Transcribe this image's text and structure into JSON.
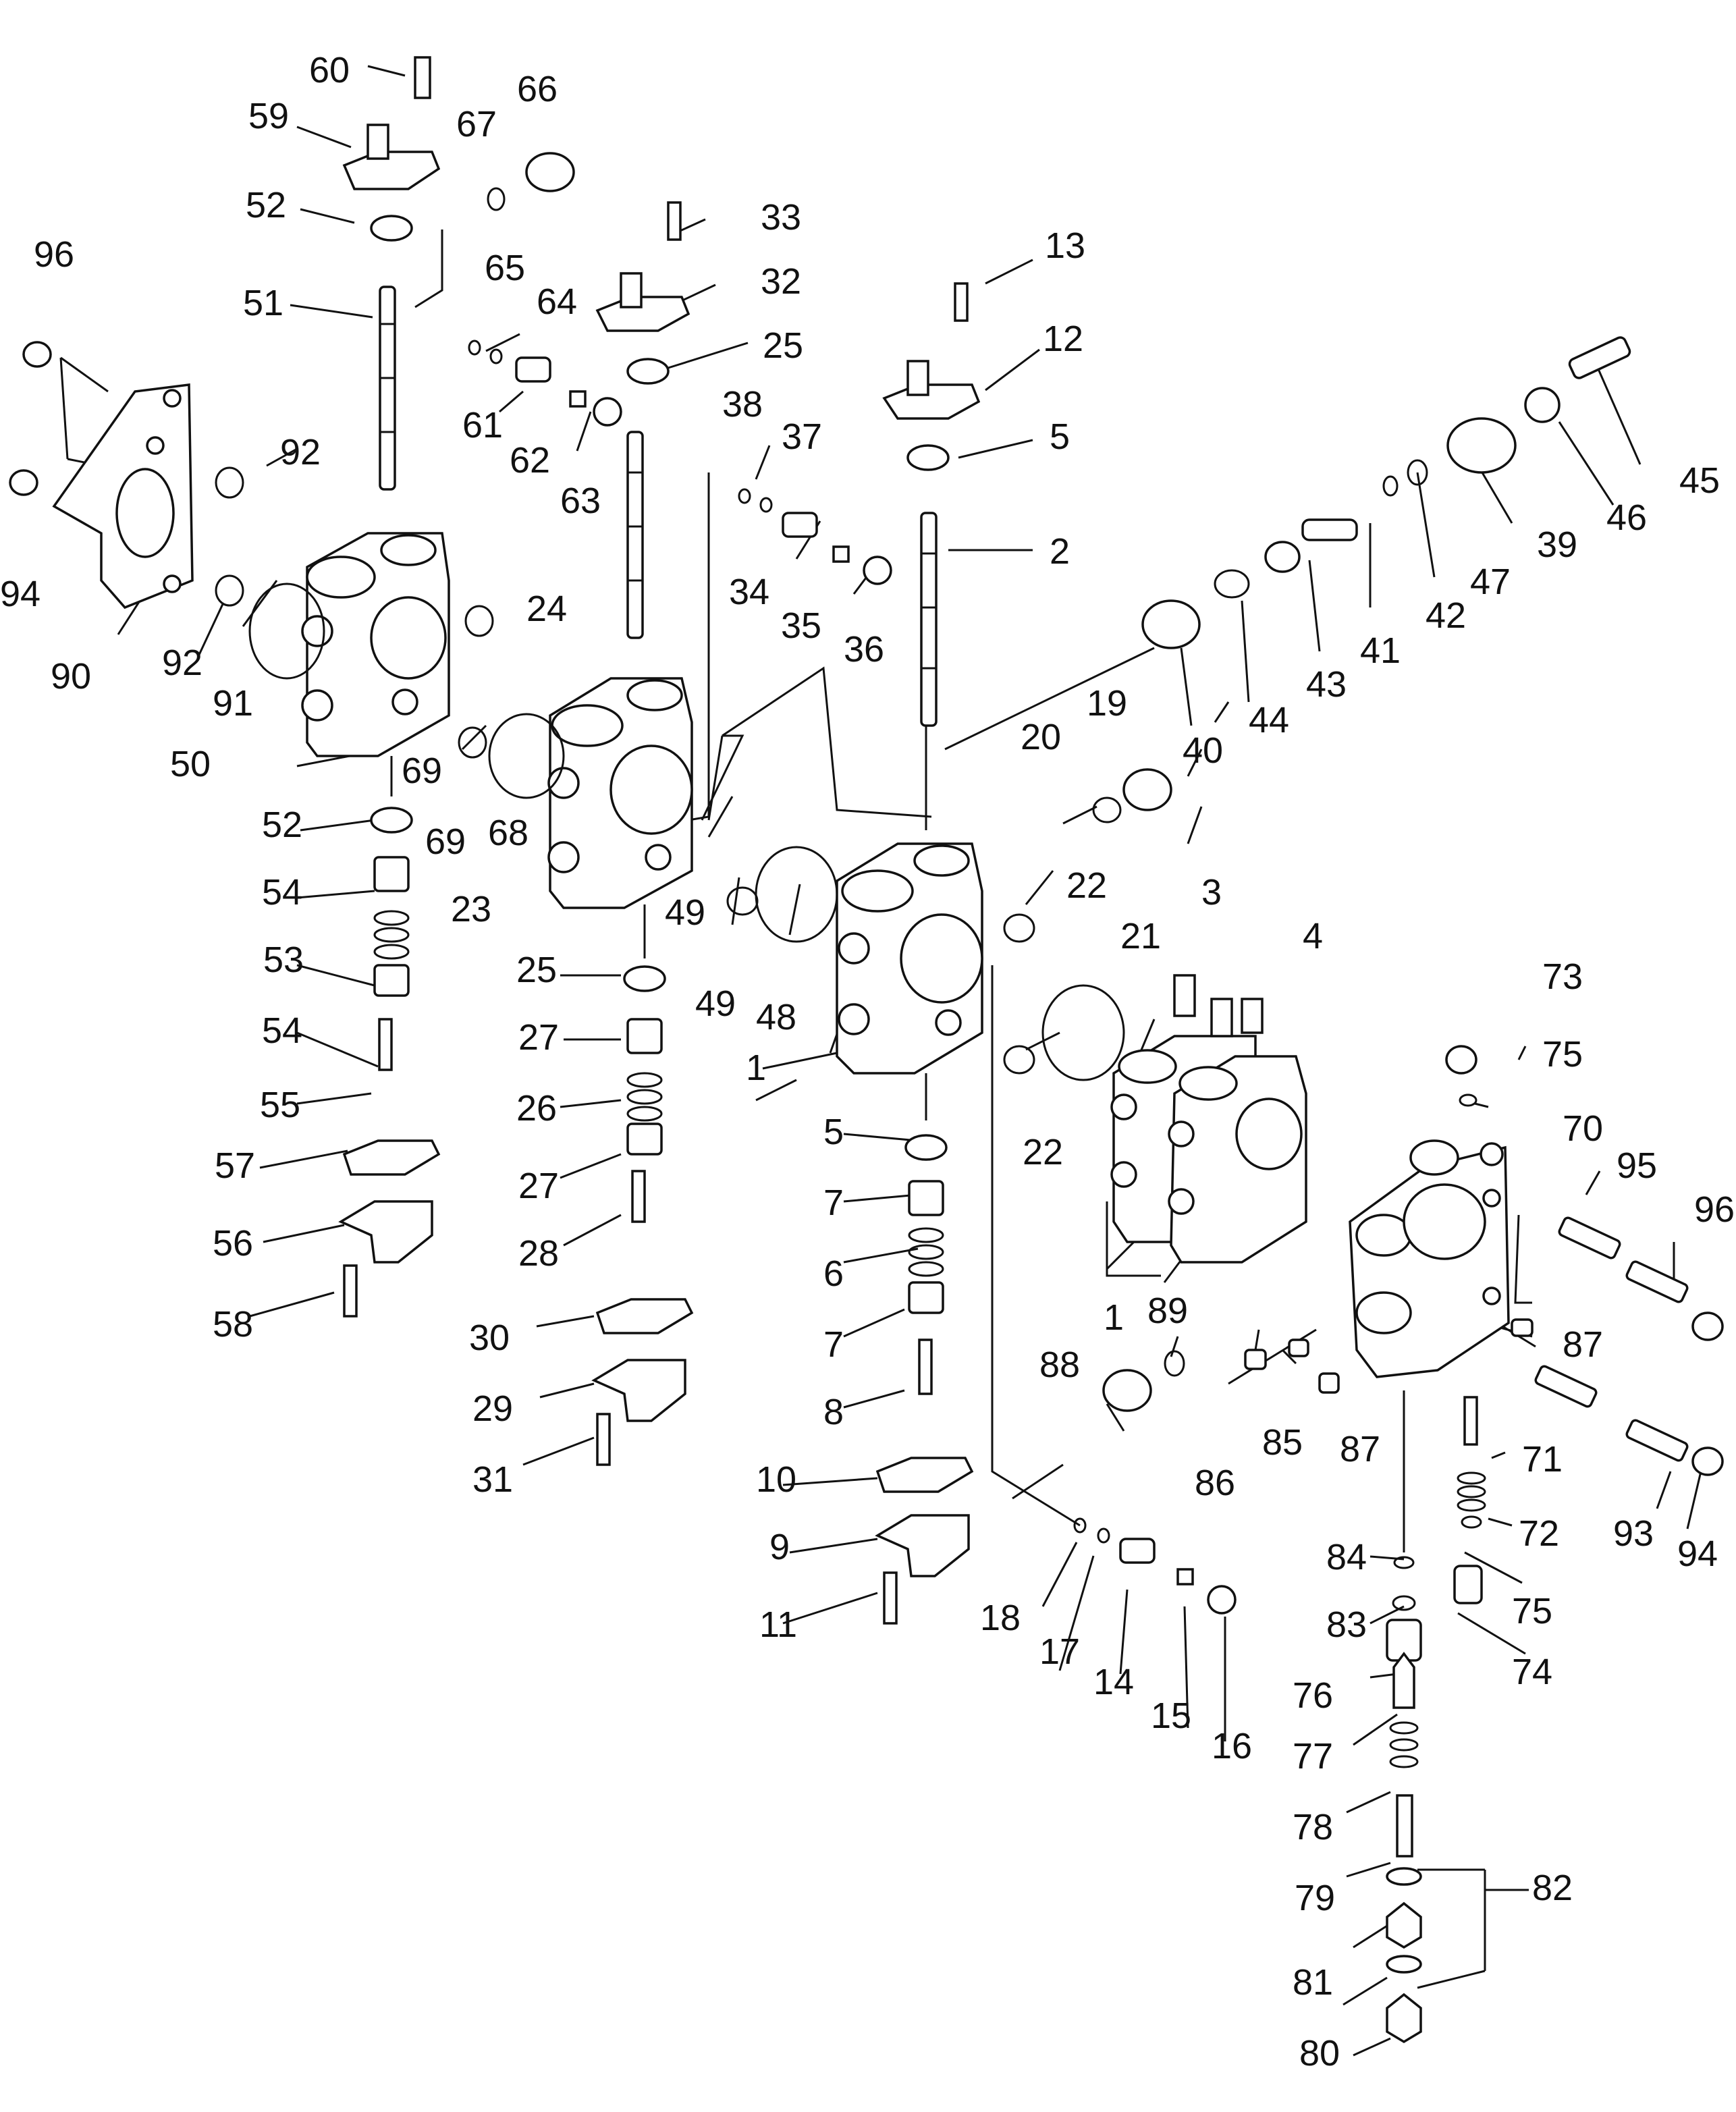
{
  "callouts": [
    "60",
    "59",
    "67",
    "66",
    "52",
    "33",
    "13",
    "96",
    "65",
    "64",
    "32",
    "51",
    "25",
    "12",
    "38",
    "37",
    "45",
    "92",
    "61",
    "62",
    "5",
    "46",
    "63",
    "39",
    "47",
    "34",
    "35",
    "2",
    "42",
    "41",
    "94",
    "24",
    "36",
    "43",
    "92",
    "90",
    "91",
    "44",
    "40",
    "69",
    "19",
    "50",
    "20",
    "69",
    "68",
    "52",
    "22",
    "49",
    "54",
    "23",
    "3",
    "21",
    "4",
    "53",
    "49",
    "48",
    "73",
    "25",
    "54",
    "27",
    "75",
    "1",
    "55",
    "26",
    "22",
    "70",
    "95",
    "5",
    "57",
    "27",
    "7",
    "96",
    "56",
    "6",
    "28",
    "89",
    "87",
    "1",
    "58",
    "7",
    "88",
    "30",
    "85",
    "29",
    "8",
    "86",
    "87",
    "71",
    "31",
    "10",
    "93",
    "72",
    "84",
    "9",
    "18",
    "94",
    "75",
    "83",
    "17",
    "74",
    "11",
    "14",
    "15",
    "76",
    "16",
    "77",
    "78",
    "82",
    "79",
    "81",
    "80"
  ]
}
